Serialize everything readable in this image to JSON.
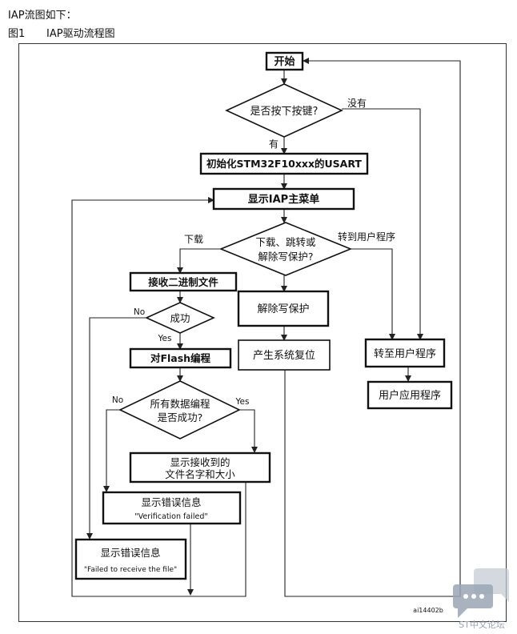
{
  "header": {
    "intro": "IAP流图如下：",
    "figure_number": "图1",
    "figure_title": "IAP驱动流程图"
  },
  "nodes": {
    "start": "开始",
    "key_pressed": "是否按下按键?",
    "init_usart": "初始化STM32F10xxx的USART",
    "show_menu": "显示IAP主菜单",
    "choice_line1": "下载、跳转或",
    "choice_line2": "解除写保护?",
    "receive_binary": "接收二进制文件",
    "success": "成功",
    "program_flash": "对Flash编程",
    "all_programmed_line1": "所有数据编程",
    "all_programmed_line2": "是否成功?",
    "show_file_line1": "显示接收到的",
    "show_file_line2": "文件名字和大小",
    "error1_title": "显示错误信息",
    "error1_msg": "\"Verification failed\"",
    "error2_title": "显示错误信息",
    "error2_msg": "\"Failed to receive the file\"",
    "unprotect": "解除写保护",
    "reset": "产生系统复位",
    "jump_user": "转至用户程序",
    "user_app": "用户应用程序"
  },
  "labels": {
    "no_key": "没有",
    "yes_key": "有",
    "download": "下载",
    "goto_user": "转到用户程序",
    "no1": "No",
    "yes1": "Yes",
    "no2": "No",
    "yes2": "Yes"
  },
  "figure_id": "ai14402b",
  "watermark_text": "ST中文论坛"
}
